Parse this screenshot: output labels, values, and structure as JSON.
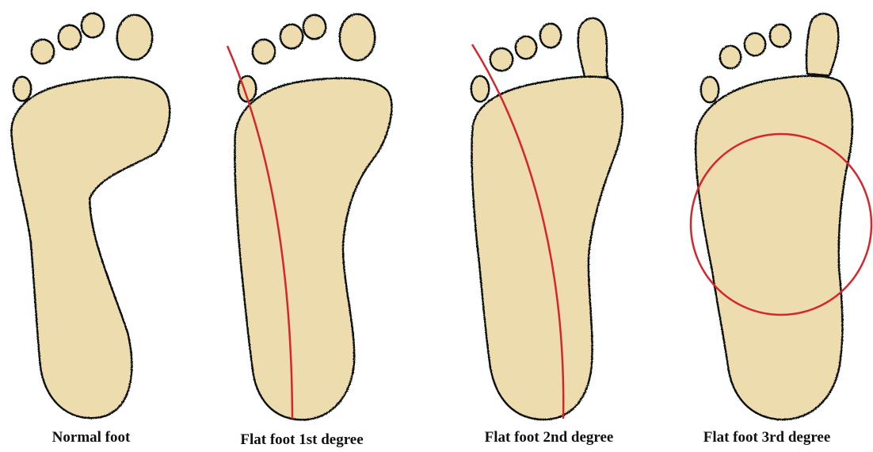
{
  "colors": {
    "skin": "#ecdcae",
    "outline": "#0a0a0a",
    "halo": "#cfeef4",
    "marker": "#d6262b",
    "background": "#ffffff"
  },
  "feet": [
    {
      "caption": "Normal foot",
      "type": "normal",
      "marker": "none"
    },
    {
      "caption": "Flat foot 1st degree",
      "type": "flat1",
      "marker": "line"
    },
    {
      "caption": "Flat foot 2nd degree",
      "type": "flat2",
      "marker": "line"
    },
    {
      "caption": "Flat foot 3rd degree",
      "type": "flat3",
      "marker": "circle"
    }
  ]
}
